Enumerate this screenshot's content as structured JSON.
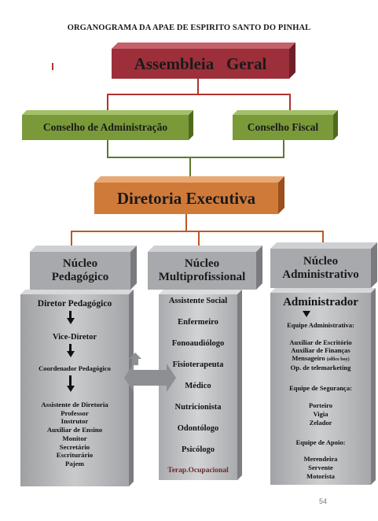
{
  "title": "ORGANOGRAMA DA APAE DE ESPIRITO SANTO DO PINHAL",
  "assembleia": "Assembleia   Geral",
  "conselho_admin": "Conselho de Administração",
  "conselho_fiscal": "Conselho Fiscal",
  "diretoria": "Diretoria Executiva",
  "nucleos": {
    "pedagogico": {
      "line1": "Núcleo",
      "line2": "Pedagógico"
    },
    "multi": {
      "line1": "Núcleo",
      "line2": "Multiprofissional"
    },
    "admin": {
      "line1": "Núcleo",
      "line2": "Administrativo"
    }
  },
  "pedagogico": {
    "diretor": "Diretor Pedagógico",
    "vice": "Vice-Diretor",
    "coord": "Coordenador Pedagógico",
    "staff": [
      "Assistente de Diretoria",
      "Professor",
      "Instrutor",
      "Auxiliar de Ensino",
      "Monitor",
      "Secretário",
      "Escriturário",
      "Pajem"
    ]
  },
  "multi": {
    "items": [
      "Assistente Social",
      "Enfermeiro",
      "Fonoaudiólogo",
      "Fisioterapeuta",
      "Médico",
      "Nutricionista",
      "Odontólogo",
      "Psicólogo",
      "Terap.Ocupacional"
    ]
  },
  "admin": {
    "head": "Administrador",
    "eq_adm": "Equipe Administrativa:",
    "adm_items": [
      "Auxiliar de Escritório",
      "Auxiliar de Finanças"
    ],
    "mensageiro": "Mensageiro",
    "office_boy": "(office boy)",
    "telemarketing": "Op. de telemarketing",
    "eq_seg": "Equipe de Segurança:",
    "seg_items": [
      "Porteiro",
      "Vigia",
      "Zelador"
    ],
    "eq_apoio": "Equipe de Apoio:",
    "apoio_items": [
      "Merendeira",
      "Servente",
      "Motorista"
    ]
  },
  "page_number": "54",
  "colors": {
    "assembleia": "#9c2f3a",
    "conselho": "#7a9a3a",
    "diretoria": "#d07a3a",
    "nucleo": "#a8a9ad",
    "column": "#b5b6b9"
  }
}
